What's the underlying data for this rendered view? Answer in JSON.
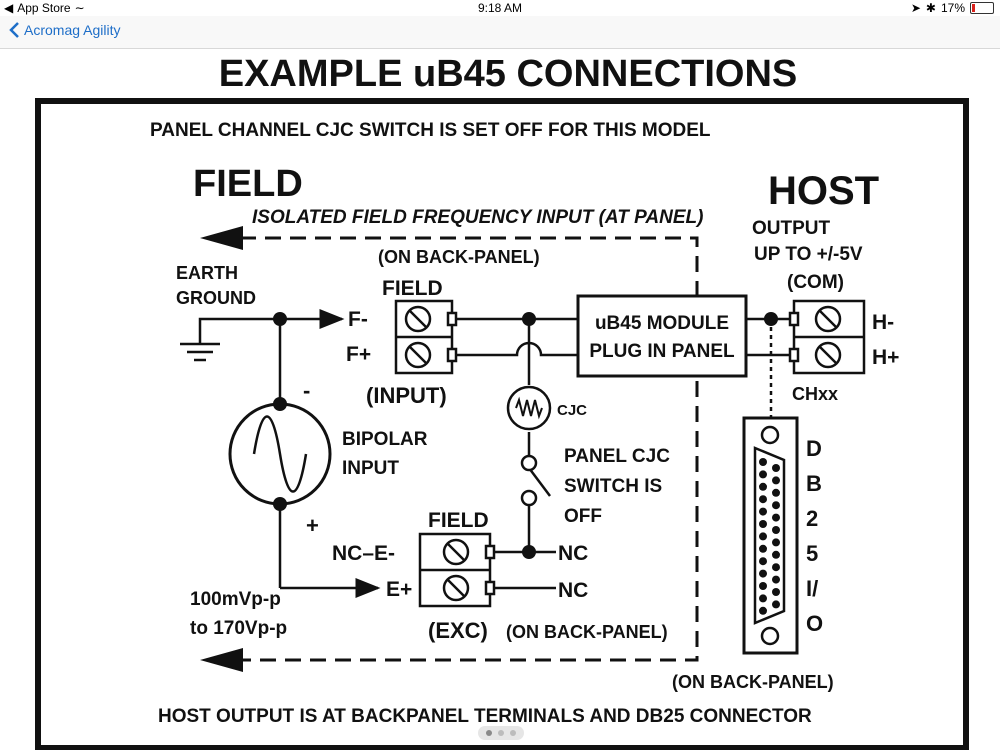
{
  "status_bar": {
    "back_app": "App Store",
    "time": "9:18 AM",
    "battery": "17%",
    "battery_level": 0.17
  },
  "nav": {
    "back_label": "Acromag Agility"
  },
  "diagram": {
    "title": "EXAMPLE uB45 CONNECTIONS",
    "panel_note": "PANEL CHANNEL CJC SWITCH IS SET OFF FOR THIS MODEL",
    "field_heading": "FIELD",
    "host_heading": "HOST",
    "isolated_note": "ISOLATED FIELD FREQUENCY INPUT (AT PANEL)",
    "on_back_panel_top": "(ON BACK-PANEL)",
    "earth_ground_1": "EARTH",
    "earth_ground_2": "GROUND",
    "input_block": {
      "header": "FIELD",
      "terminals": [
        "F-",
        "F+"
      ],
      "footer": "(INPUT)"
    },
    "module": {
      "line1": "uB45 MODULE",
      "line2": "PLUG IN PANEL"
    },
    "output": {
      "line1": "OUTPUT",
      "line2": "UP TO +/-5V",
      "line3": "(COM)",
      "terminals": [
        "H-",
        "H+"
      ],
      "channel": "CHxx"
    },
    "cjc_label": "CJC",
    "switch_label": [
      "PANEL CJC",
      "SWITCH IS",
      "OFF"
    ],
    "bipolar_label": [
      "BIPOLAR",
      "INPUT"
    ],
    "polarity_minus": "-",
    "polarity_plus": "+",
    "voltage_range": [
      "100mVp-p",
      "to 170Vp-p"
    ],
    "exc_block": {
      "header": "FIELD",
      "left_labels": [
        "NC–E-",
        "E+"
      ],
      "right_labels": [
        "NC",
        "NC"
      ],
      "footer": "(EXC)",
      "back_panel": "(ON BACK-PANEL)"
    },
    "db25_letters": [
      "D",
      "B",
      "2",
      "5",
      "I/",
      "O"
    ],
    "db25_back_panel": "(ON BACK-PANEL)",
    "host_output_note": "HOST OUTPUT IS AT BACKPANEL TERMINALS AND DB25 CONNECTOR"
  }
}
